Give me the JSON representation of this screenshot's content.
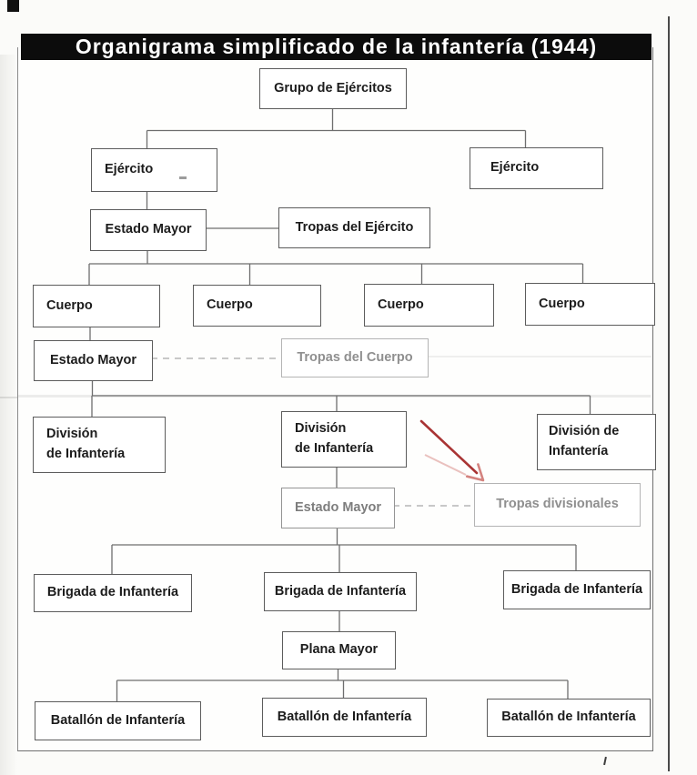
{
  "title": {
    "text": "Organigrama simplificado de la infantería (1944)",
    "bg": "#0c0c0c",
    "color": "#ffffff"
  },
  "colors": {
    "box_border": "#5c5c5c",
    "box_text": "#1c1c1c",
    "faded_border": "#b4b4b4",
    "faded_text": "#8f8f8f",
    "connector": "#6e6e6e",
    "connector_dashed": "#a9a9a9",
    "arrow_red": "#a93434",
    "arrow_head_red": "#d4837f"
  },
  "nodes": {
    "grupo_de_ejercitos": {
      "label": "Grupo de Ejércitos"
    },
    "ejercito_izquierdo": {
      "label": "Ejército"
    },
    "ejercito_derecho": {
      "label": "Ejército"
    },
    "estado_mayor_ejercito": {
      "label": "Estado Mayor"
    },
    "tropas_del_ejercito": {
      "label": "Tropas del Ejército"
    },
    "cuerpo_1": {
      "label": "Cuerpo"
    },
    "cuerpo_2": {
      "label": "Cuerpo"
    },
    "cuerpo_3": {
      "label": "Cuerpo"
    },
    "cuerpo_4": {
      "label": "Cuerpo"
    },
    "estado_mayor_cuerpo": {
      "label": "Estado Mayor"
    },
    "tropas_del_cuerpo": {
      "label": "Tropas del Cuerpo"
    },
    "division_1": {
      "label": "División\nde Infantería"
    },
    "division_2": {
      "label": "División\nde Infantería"
    },
    "division_3": {
      "label": "División de\nInfantería"
    },
    "estado_mayor_division": {
      "label": "Estado Mayor"
    },
    "tropas_divisionales": {
      "label": "Tropas divisionales"
    },
    "brigada_1": {
      "label": "Brigada de Infantería"
    },
    "brigada_2": {
      "label": "Brigada de Infantería"
    },
    "brigada_3": {
      "label": "Brigada de Infantería"
    },
    "plana_mayor": {
      "label": "Plana Mayor"
    },
    "batallon_1": {
      "label": "Batallón de Infantería"
    },
    "batallon_2": {
      "label": "Batallón de Infantería"
    },
    "batallon_3": {
      "label": "Batallón de Infantería"
    }
  },
  "relations": [
    "Grupo de Ejércitos → Ejército (x2)",
    "Ejército → Estado Mayor",
    "Estado Mayor — Tropas del Ejército",
    "Estado Mayor → Cuerpo (x4)",
    "Cuerpo → Estado Mayor",
    "Estado Mayor – – Tropas del Cuerpo (dashed)",
    "Estado Mayor → División de Infantería (x3)",
    "División de Infantería → Estado Mayor",
    "Estado Mayor – – Tropas divisionales (dashed)",
    "Estado Mayor → Brigada de Infantería (x3)",
    "Brigada de Infantería → Plana Mayor",
    "Plana Mayor → Batallón de Infantería (x3)"
  ],
  "annotation": {
    "shape": "red-diagonal-arrow",
    "color": "#a93434",
    "points_to": "Tropas divisionales"
  }
}
